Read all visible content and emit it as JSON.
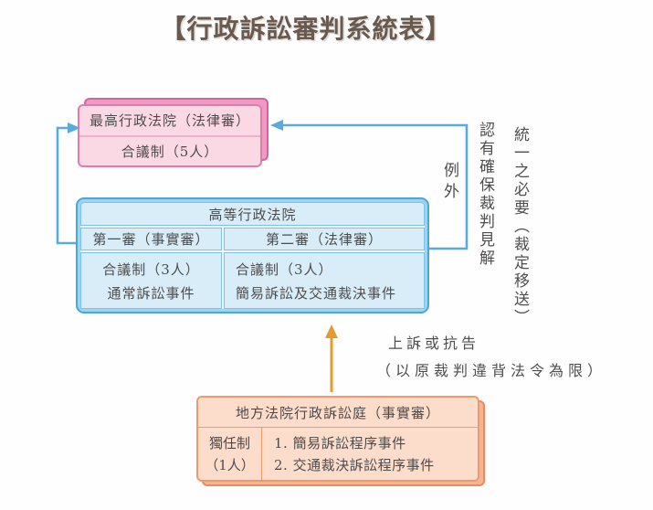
{
  "title": "【行政訴訟審判系統表】",
  "supreme_court": {
    "name": "最高行政法院（法律審）",
    "panel": "合議制（5人）"
  },
  "high_court": {
    "name": "高等行政法院",
    "first_instance": {
      "label": "第一審（事實審）",
      "panel": "合議制（3人）",
      "cases": "通常訴訟事件"
    },
    "second_instance": {
      "label": "第二審（法律審）",
      "panel": "合議制（3人）",
      "cases": "簡易訴訟及交通裁決事件"
    }
  },
  "district_court": {
    "name": "地方法院行政訴訟庭（事實審）",
    "panel_line1": "獨任制",
    "panel_line2": "（1人）",
    "cases": [
      "1. 簡易訴訟程序事件",
      "2. 交通裁決訴訟程序事件"
    ]
  },
  "annotations": {
    "exception": "例外",
    "transfer_col_left": "認有確保裁判見解",
    "transfer_col_right": "統一之必要（裁定移送）",
    "appeal_title": "上訴或抗告",
    "appeal_condition": "（以原裁判違背法令為限）"
  },
  "colors": {
    "title-color": "#6a5a4d",
    "text-color": "#4c4c4c",
    "annotation-color": "#4e4e4e",
    "pink-fill": "#fad9e5",
    "pink-border": "#e07cab",
    "pink-divider": "#eeb0cd",
    "pink-side": "#ee9ac2",
    "pink-side-border": "#d5639e",
    "blue-fill": "#d9edf9",
    "blue-frame": "#9fd3f0",
    "blue-border": "#4aa7da",
    "blue-cell-border": "#7cc3ea",
    "blue-gap": "#eef7fc",
    "orange-fill": "#fcdccb",
    "orange-border": "#ef9a6e",
    "orange-divider": "#ee9c72",
    "orange-side": "#f3b691",
    "orange-side-border": "#e98a5e",
    "arrow-blue": "#58abdc",
    "arrow-orange": "#e39c2d"
  }
}
